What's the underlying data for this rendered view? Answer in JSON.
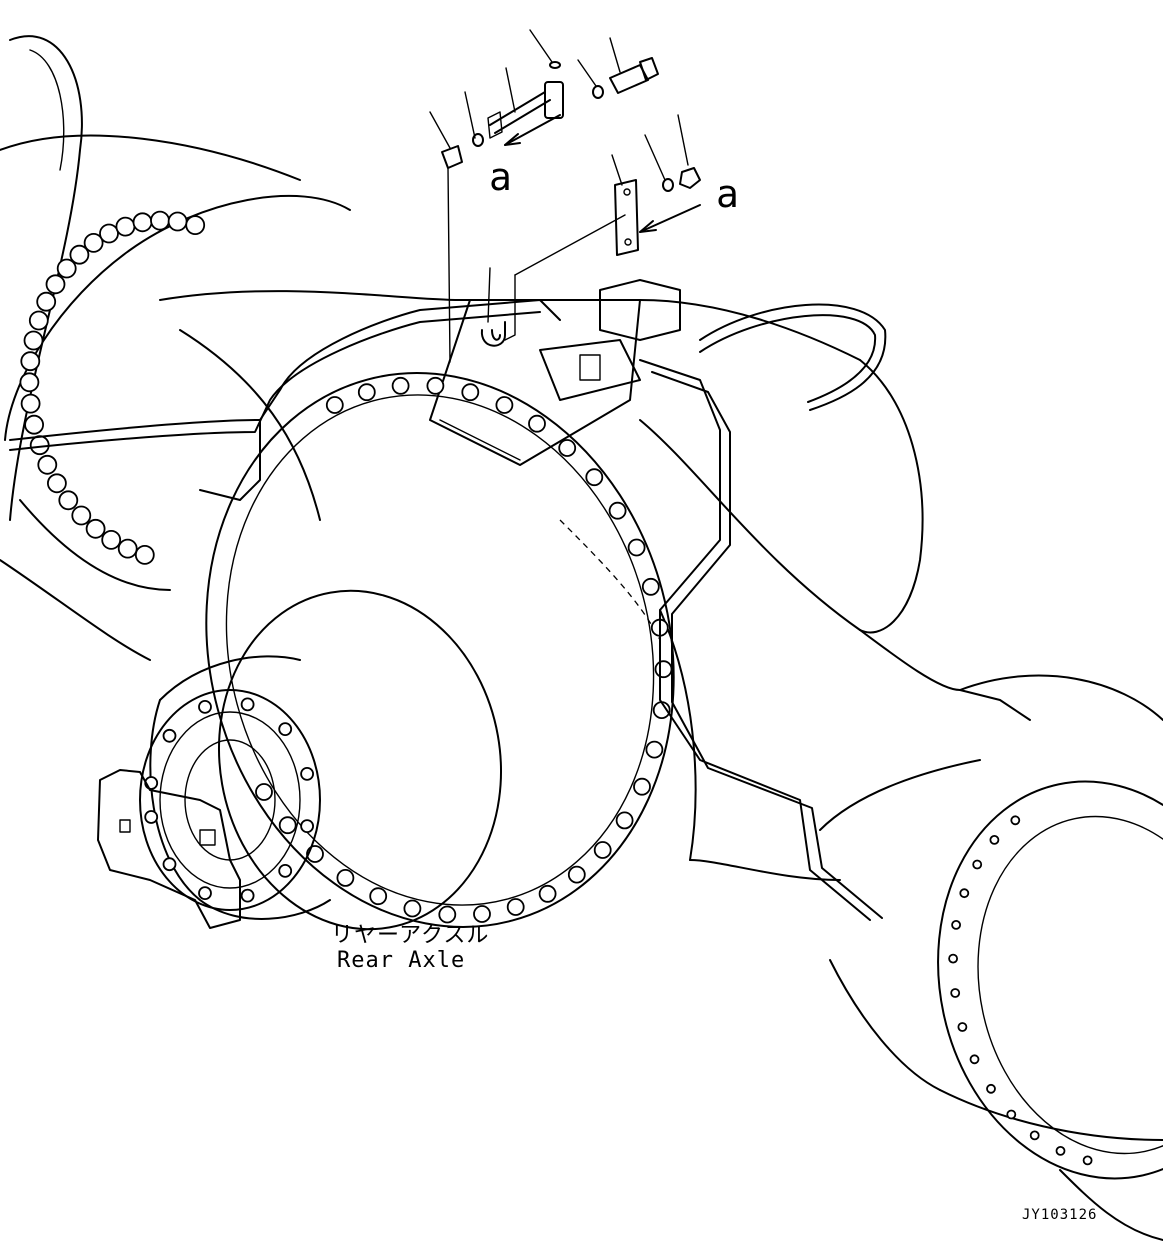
{
  "labels": {
    "ref_a_1": "a",
    "ref_a_2": "a",
    "caption_jp": "リヤーアクスル",
    "caption_en": "Rear Axle",
    "drawing_code": "JY103126"
  }
}
